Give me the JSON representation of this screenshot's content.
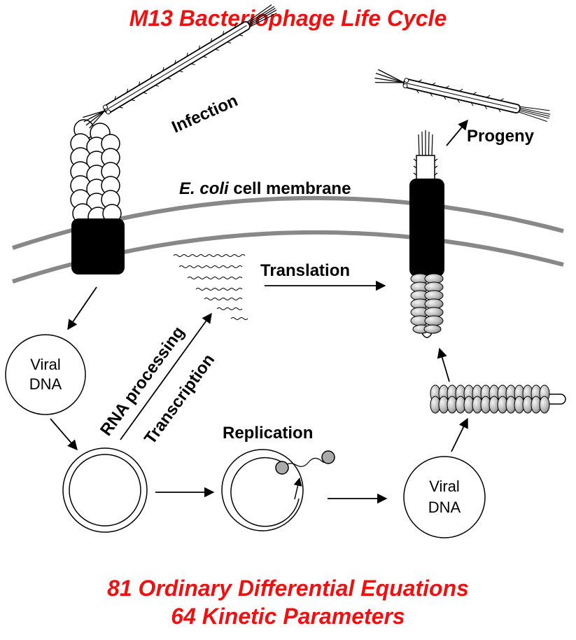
{
  "header": {
    "title": "M13 Bacteriophage Life Cycle"
  },
  "labels": {
    "infection": "Infection",
    "progeny": "Progeny",
    "membrane_italic": "E. coli",
    "membrane_rest": " cell membrane",
    "translation": "Translation",
    "rna_processing": "RNA processing",
    "transcription": "Transcription",
    "replication": "Replication",
    "viral_dna_left": [
      "Viral",
      "DNA"
    ],
    "viral_dna_right": [
      "Viral",
      "DNA"
    ]
  },
  "footer": {
    "line1": "81 Ordinary Differential Equations",
    "line2": "64 Kinetic Parameters"
  },
  "colors": {
    "title": "#ee1111",
    "membrane": "#888888",
    "ink": "#000000",
    "protein_gray": "#aaaaaa"
  }
}
